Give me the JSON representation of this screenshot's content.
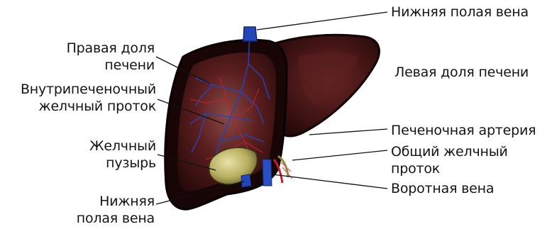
{
  "labels": {
    "ivc_top": "Нижняя полая вена",
    "right_lobe": "Правая доля\nпечени",
    "intrahepatic_duct": "Внутрипеченочный\nжелчный проток",
    "gallbladder": "Желчный\nпузырь",
    "ivc_bottom": "Нижняя\nполая вена",
    "left_lobe": "Левая доля печени",
    "hepatic_artery": "Печеночная артерия",
    "common_bile_duct": "Общий желчный\nпроток",
    "portal_vein": "Воротная вена"
  },
  "colors": {
    "liver_dark": "#1c0909",
    "liver_tissue": "#5e1f20",
    "liver_highlight": "#7a3a38",
    "left_lobe": "#4a1717",
    "vein_blue": "#2346b8",
    "artery_red": "#c22228",
    "gallbladder": "#c9c27a",
    "leader_line": "#111111"
  }
}
